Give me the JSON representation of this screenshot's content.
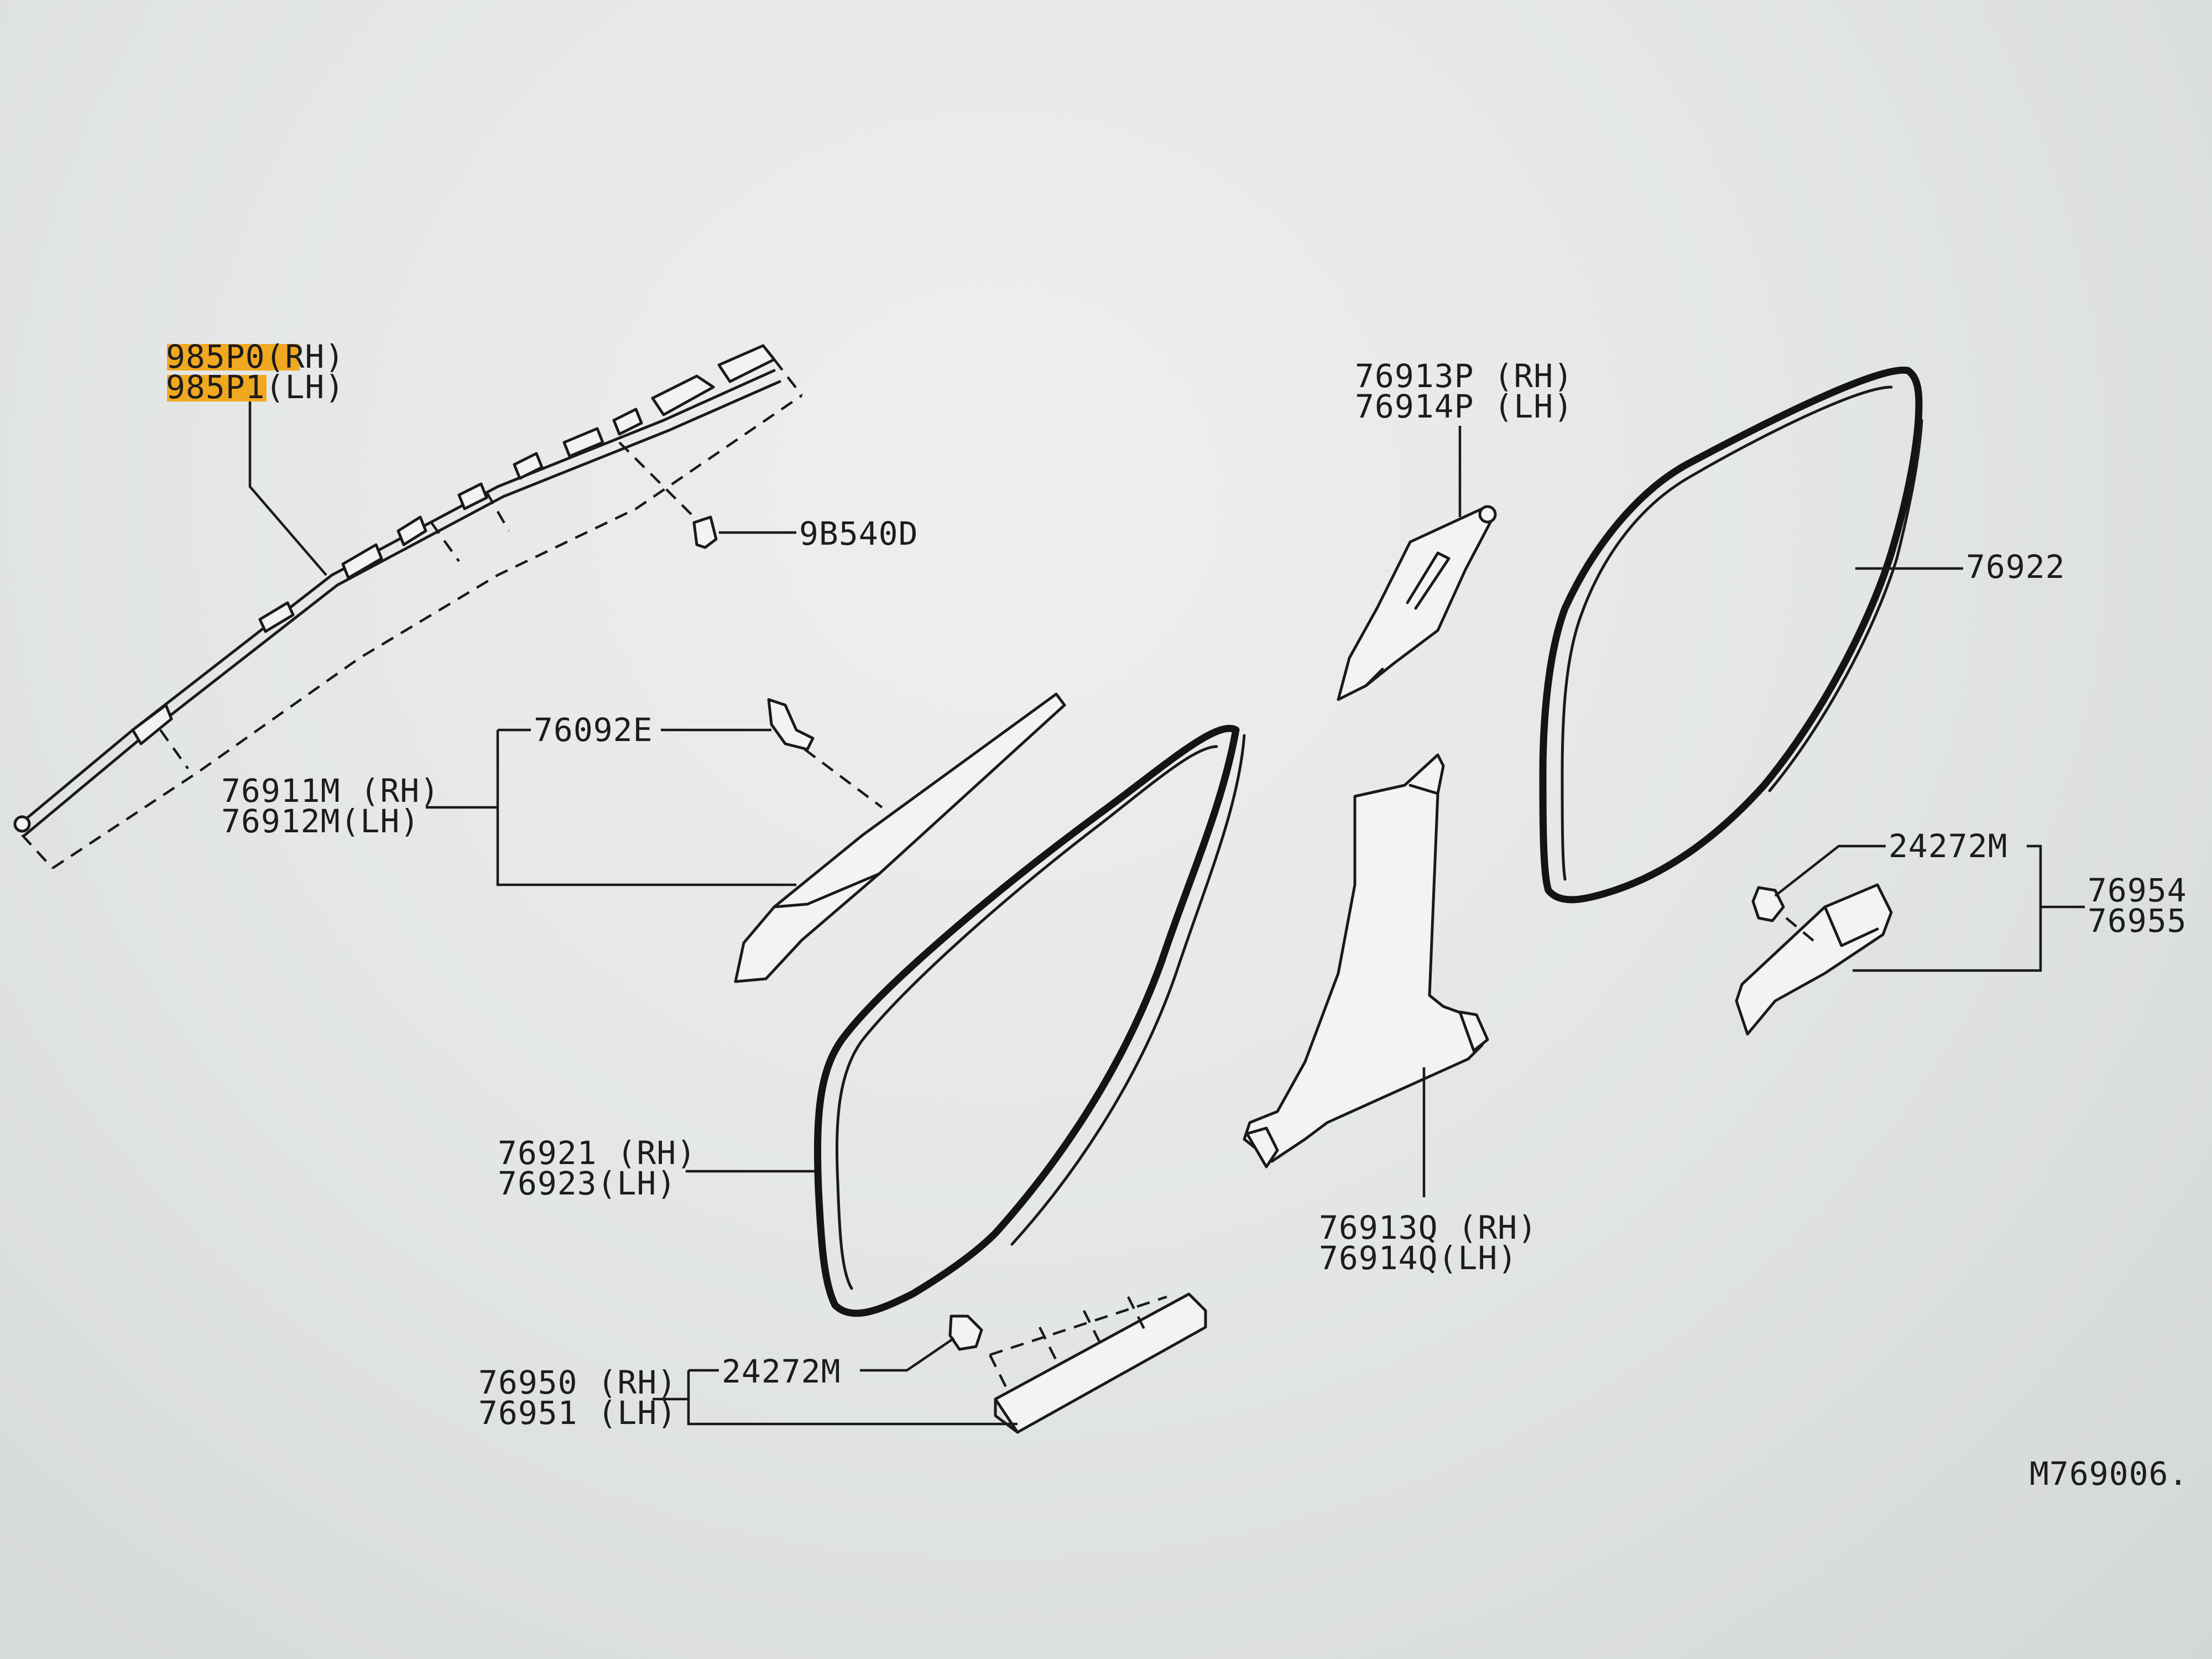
{
  "labels": {
    "curtain_airbag_rh": "985P0(RH)",
    "curtain_airbag_lh": "985P1(LH)",
    "clip_airbag": "9B540D",
    "clip_pillar": "76092E",
    "front_pillar_rh": "76911M (RH)",
    "front_pillar_lh": "76912M(LH)",
    "upper_pillar_rh": "76913P (RH)",
    "upper_pillar_lh": "76914P (LH)",
    "rear_weatherstrip": "76922",
    "clip_rear": "24272M",
    "rear_kick_rh": "76954 (",
    "rear_kick_lh": "76955 (",
    "front_weatherstrip_rh": "76921 (RH)",
    "front_weatherstrip_lh": "76923(LH)",
    "lower_pillar_rh": "76913Q (RH)",
    "lower_pillar_lh": "76914Q(LH)",
    "clip_front": "24272M",
    "front_kick_rh": "76950 (RH)",
    "front_kick_lh": "76951 (LH)",
    "diagram_id": "M769006."
  },
  "colors": {
    "highlight": "#f0a820",
    "ink": "#1a1a1a"
  }
}
